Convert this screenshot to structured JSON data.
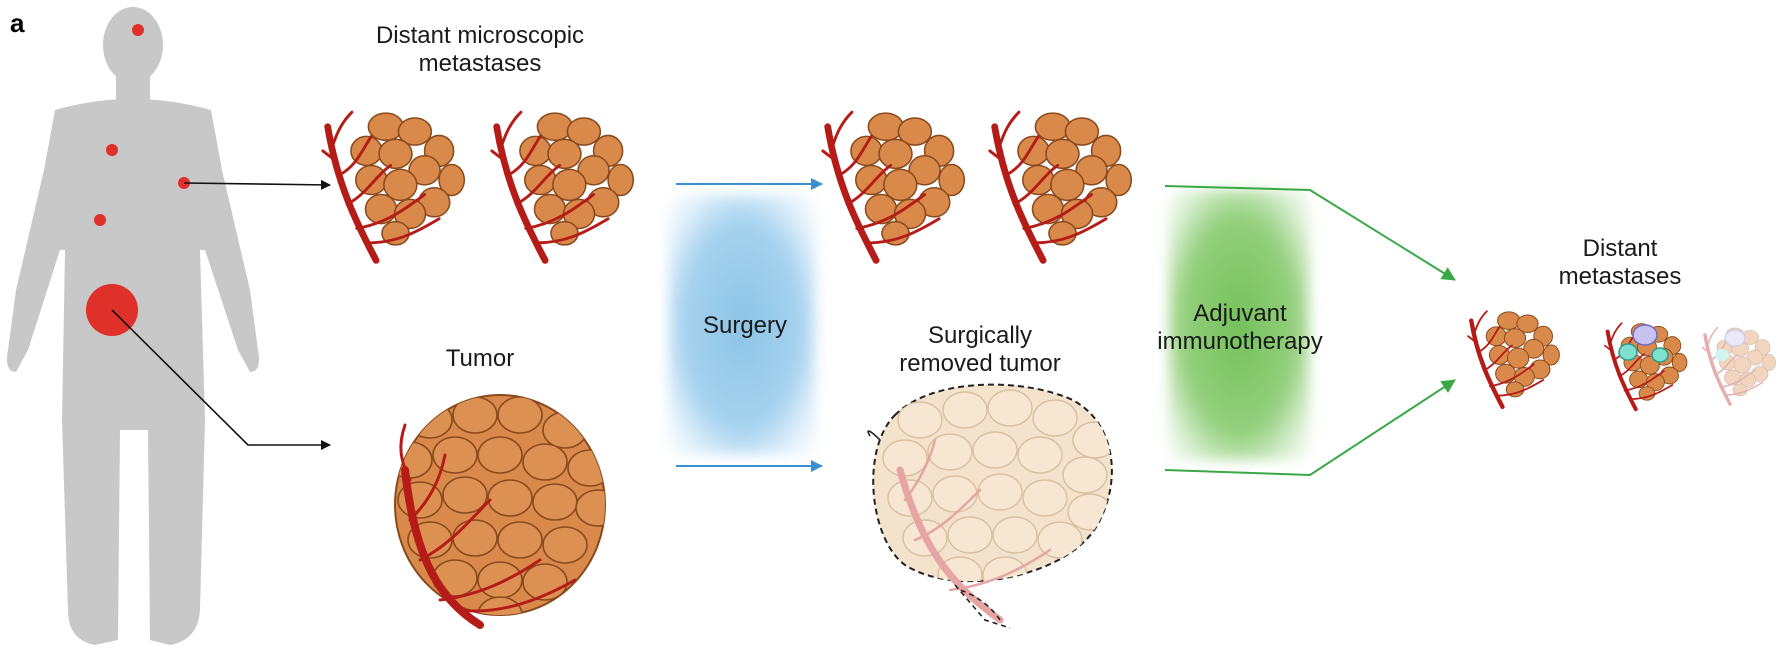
{
  "panel_label": "a",
  "labels": {
    "distant_microscopic_metastases": [
      "Distant microscopic",
      "metastases"
    ],
    "tumor": "Tumor",
    "surgery": "Surgery",
    "surgically_removed_tumor": [
      "Surgically",
      "removed tumor"
    ],
    "adjuvant_immunotherapy": [
      "Adjuvant",
      "immunotherapy"
    ],
    "distant_metastases": [
      "Distant",
      "metastases"
    ]
  },
  "colors": {
    "body_silhouette": "#c8c8c8",
    "lesion": "#e0302a",
    "vessel": "#b51c18",
    "cell_fill": "#d98a4a",
    "cell_stroke": "#8a4a1e",
    "surgery_arrow": "#3a8fd0",
    "immuno_arrow": "#3aa845",
    "pointer_line": "#111111"
  }
}
